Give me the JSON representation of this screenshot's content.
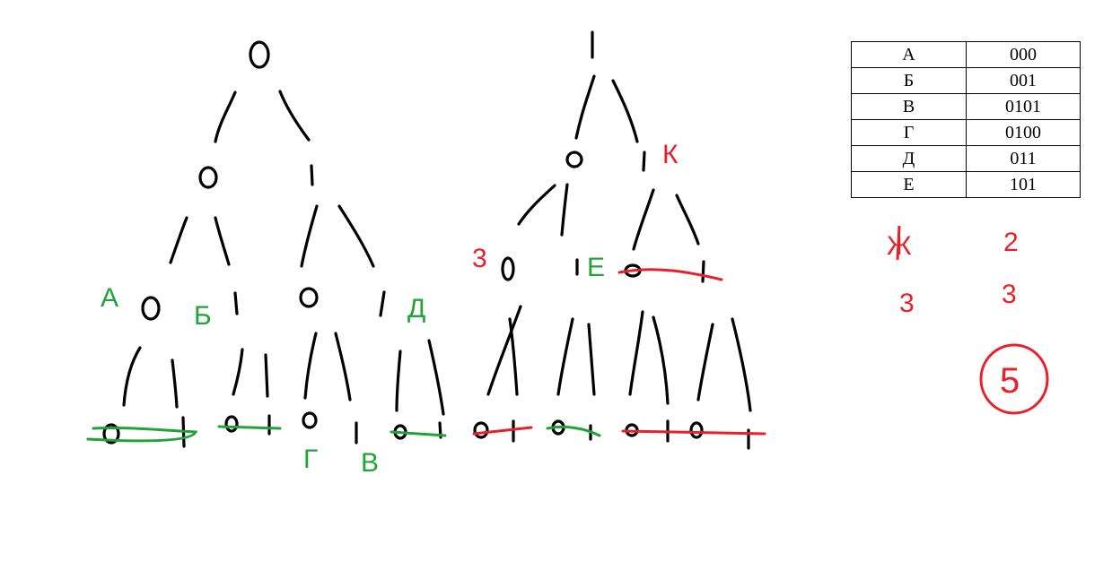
{
  "tree_left": {
    "root_digit": "0",
    "level1": [
      "0",
      "1"
    ],
    "level2": [
      "0",
      "1",
      "0",
      "1"
    ],
    "level3": [
      "0",
      "1",
      "0",
      "1",
      "0",
      "1",
      "0",
      "1"
    ],
    "letters": {
      "A": "А",
      "B": "Б",
      "D": "Д",
      "G": "Г",
      "V": "В"
    }
  },
  "tree_right": {
    "root_digit": "1",
    "level1": [
      "0",
      "1"
    ],
    "level2": [
      "0",
      "1",
      "0",
      "1"
    ],
    "level3": [
      "0",
      "1",
      "0",
      "1",
      "0",
      "1",
      "0",
      "1"
    ],
    "marks": {
      "three": "3",
      "e": "E",
      "k": "К"
    }
  },
  "code_table": [
    {
      "letter": "А",
      "code": "000"
    },
    {
      "letter": "Б",
      "code": "001"
    },
    {
      "letter": "В",
      "code": "0101"
    },
    {
      "letter": "Г",
      "code": "0100"
    },
    {
      "letter": "Д",
      "code": "011"
    },
    {
      "letter": "Е",
      "code": "101"
    }
  ],
  "notes": {
    "crossed": "Ж",
    "n2": "2",
    "n3a": "3",
    "n3b": "3",
    "answer": "5"
  },
  "colors": {
    "ink": "#000000",
    "green": "#22a33a",
    "red": "#e8202a"
  }
}
